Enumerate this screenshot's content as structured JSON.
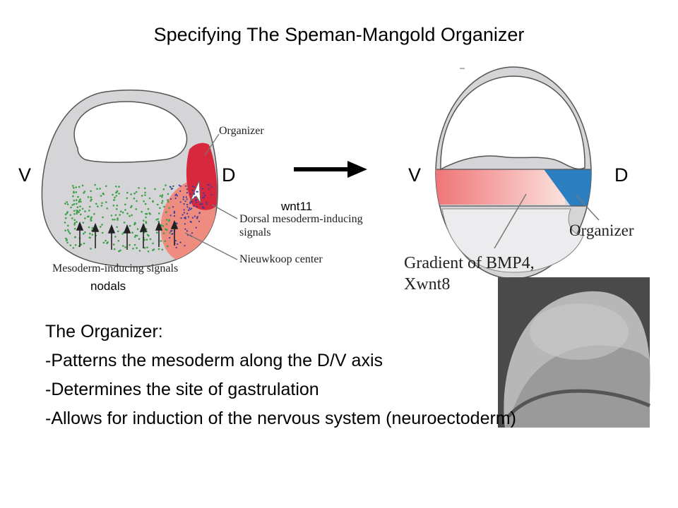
{
  "title": "Specifying The Speman-Mangold Organizer",
  "left_embryo": {
    "v_label": "V",
    "d_label": "D",
    "organizer_label": "Organizer",
    "dorsal_label_line1": "Dorsal mesoderm-inducing",
    "dorsal_label_line2": "signals",
    "nieuwkoop_label": "Nieuwkoop center",
    "mesoderm_label": "Mesoderm-inducing signals",
    "nodals_label": "nodals"
  },
  "arrow": {
    "label": "wnt11"
  },
  "right_embryo": {
    "v_label": "V",
    "d_label": "D",
    "organizer_label": "Organizer",
    "gradient_line1": "Gradient of BMP4,",
    "gradient_line2": "Xwnt8"
  },
  "text_block": {
    "heading": "The Organizer:",
    "bullets": [
      "-Patterns the mesoderm along the D/V axis",
      "-Determines the site of gastrulation",
      "-Allows for induction of the nervous system (neuroectoderm)"
    ]
  },
  "colors": {
    "embryo_gray": "#d5d5d7",
    "organizer_red": "#d8283e",
    "nieuwkoop_pink": "#ee8c80",
    "gradient_red": "#ee6b6e",
    "organizer_blue": "#2b7fc0",
    "mesoderm_dots": "#3ea04a"
  }
}
